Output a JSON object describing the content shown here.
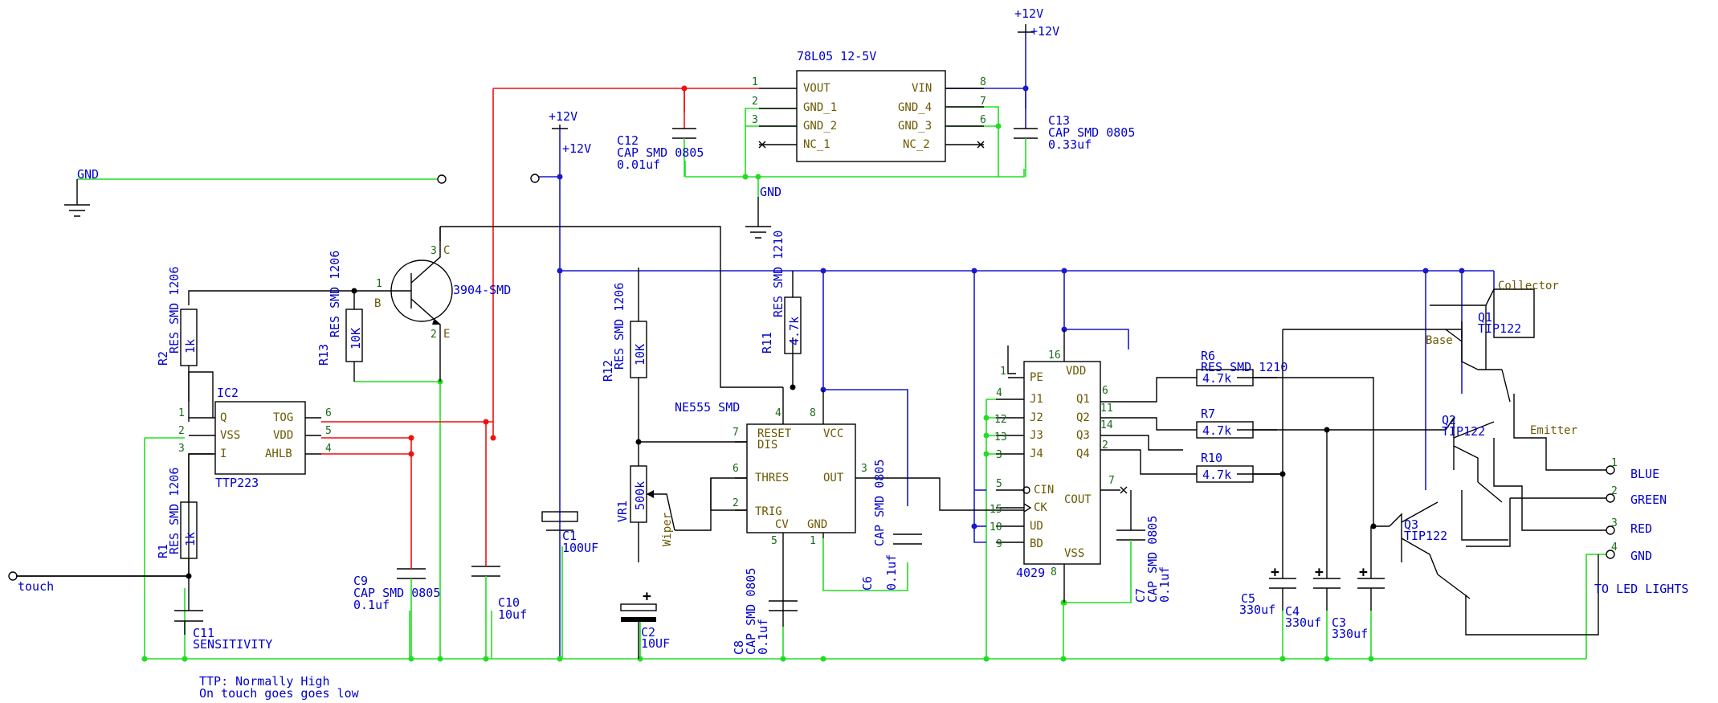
{
  "nets": {
    "vcc12_top": "+12V",
    "vcc12_top2": "+12V",
    "vcc12_mid": "+12V",
    "vcc12_mid2": "+12V",
    "gnd_left": "GND",
    "gnd_reg": "GND",
    "touch": "touch",
    "blue": "BLUE",
    "green": "GREEN",
    "red": "RED",
    "gnd_out": "GND",
    "to_led": "TO LED LIGHTS"
  },
  "notes": {
    "line1": "TTP: Normally High",
    "line2": "On touch goes goes low"
  },
  "regulator": {
    "ref": "78L05 12-5V",
    "pins_left": [
      "VOUT",
      "GND_1",
      "GND_2",
      "NC_1"
    ],
    "pins_right": [
      "VIN",
      "GND_4",
      "GND_3",
      "NC_2"
    ],
    "nums_left": [
      "1",
      "2",
      "3",
      ""
    ],
    "nums_right": [
      "8",
      "7",
      "6",
      ""
    ]
  },
  "ttp": {
    "ref": "IC2",
    "name": "TTP223",
    "pins_left": [
      "Q",
      "VSS",
      "I"
    ],
    "pins_right": [
      "TOG",
      "VDD",
      "AHLB"
    ],
    "nums_left": [
      "1",
      "2",
      "3"
    ],
    "nums_right": [
      "6",
      "5",
      "4"
    ]
  },
  "ne555": {
    "name": "NE555 SMD",
    "pins": {
      "reset": "RESET",
      "dis": "DIS",
      "vcc": "VCC",
      "thres": "THRES",
      "out": "OUT",
      "trig": "TRIG",
      "cv": "CV",
      "gnd": "GND"
    },
    "nums": {
      "reset": "4",
      "vcc": "8",
      "dis": "7",
      "thres": "6",
      "out": "3",
      "trig": "2",
      "cv": "5",
      "gnd": "1"
    }
  },
  "cd4029": {
    "name": "4029",
    "pins_left": [
      "PE",
      "J1",
      "J2",
      "J3",
      "J4",
      "CIN",
      "CK",
      "UD",
      "BD"
    ],
    "nums_left": [
      "1",
      "4",
      "12",
      "13",
      "3",
      "5",
      "15",
      "10",
      "9"
    ],
    "pins_right": [
      "VDD",
      "Q1",
      "Q2",
      "Q3",
      "Q4",
      "COUT",
      "VSS"
    ],
    "nums_right": [
      "16",
      "6",
      "11",
      "14",
      "2",
      "7",
      "8"
    ]
  },
  "transistor_bjt": {
    "name": "3904-SMD",
    "c": "C",
    "b": "B",
    "e": "E",
    "nums": [
      "3",
      "1",
      "2"
    ]
  },
  "darlingtons": [
    {
      "ref": "Q1",
      "name": "TIP122",
      "collector": "Collector",
      "base": "Base",
      "emitter": "Emitter"
    },
    {
      "ref": "Q2",
      "name": "TIP122"
    },
    {
      "ref": "Q3",
      "name": "TIP122"
    }
  ],
  "resistors": {
    "R2": {
      "ref": "R2",
      "pkg": "RES SMD 1206",
      "value": "1k"
    },
    "R1": {
      "ref": "R1",
      "pkg": "RES SMD 1206",
      "value": "1k"
    },
    "R13": {
      "ref": "R13",
      "pkg": "RES SMD 1206",
      "value": "10K"
    },
    "R12": {
      "ref": "R12",
      "pkg": "RES SMD 1206",
      "value": "10K"
    },
    "R11": {
      "ref": "R11",
      "pkg": "RES SMD 1210",
      "value": "4.7k"
    },
    "VR1": {
      "ref": "VR1",
      "value": "500k",
      "wiper": "Wiper"
    },
    "R6": {
      "ref": "R6",
      "pkg": "RES SMD 1210",
      "value": "4.7k"
    },
    "R7": {
      "ref": "R7",
      "value": "4.7k"
    },
    "R10": {
      "ref": "R10",
      "value": "4.7k"
    }
  },
  "capacitors": {
    "C12": {
      "ref": "C12",
      "pkg": "CAP SMD 0805",
      "value": "0.01uf"
    },
    "C13": {
      "ref": "C13",
      "pkg": "CAP SMD 0805",
      "value": "0.33uf"
    },
    "C1": {
      "ref": "C1",
      "value": "100UF"
    },
    "C2": {
      "ref": "C2",
      "value": "10UF"
    },
    "C9": {
      "ref": "C9",
      "pkg": "CAP SMD 0805",
      "value": "0.1uf"
    },
    "C10": {
      "ref": "C10",
      "value": "10uf"
    },
    "C11": {
      "ref": "C11",
      "value": "SENSITIVITY"
    },
    "C8": {
      "ref": "C8",
      "pkg": "CAP SMD 0805",
      "value": "0.1uf"
    },
    "C6": {
      "ref": "C6",
      "pkg": "CAP SMD 0805",
      "value": "0.1uf"
    },
    "C7": {
      "ref": "C7",
      "pkg": "CAP SMD 0805",
      "value": "0.1uf"
    },
    "C5": {
      "ref": "C5",
      "value": "330uf"
    },
    "C4": {
      "ref": "C4",
      "value": "330uf"
    },
    "C3": {
      "ref": "C3",
      "value": "330uf"
    }
  }
}
